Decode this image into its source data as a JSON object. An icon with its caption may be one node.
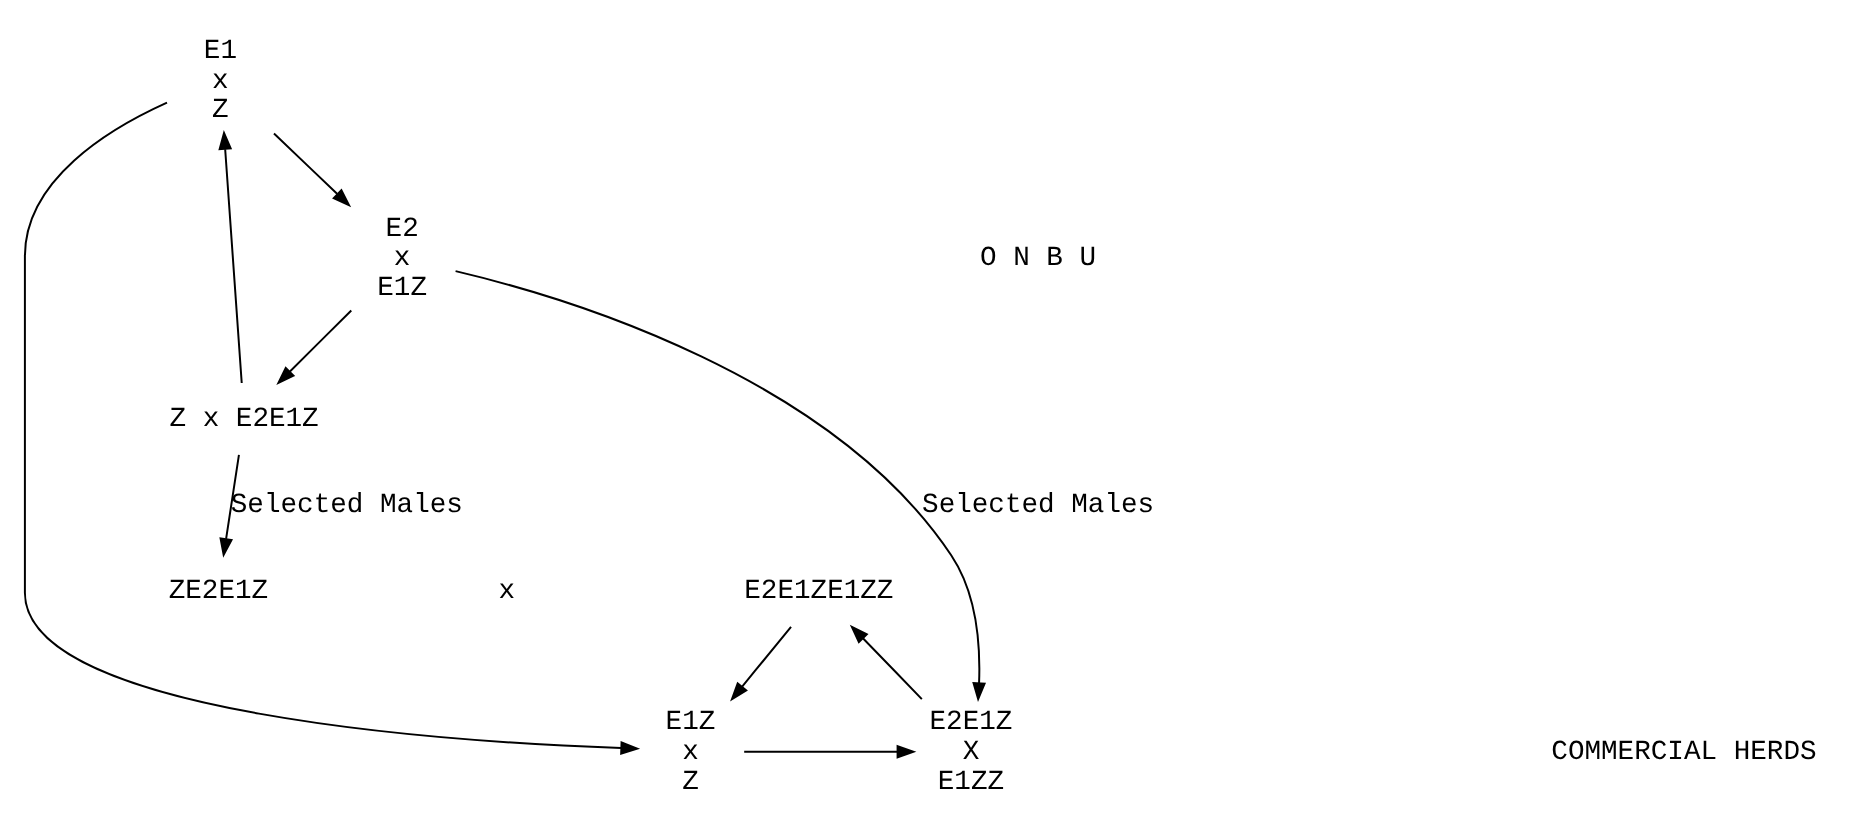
{
  "diagram": {
    "nodes": [
      {
        "text": [
          "E1",
          "x",
          "Z"
        ]
      },
      {
        "text": [
          "E2",
          "x",
          "E1Z"
        ]
      },
      {
        "text": [
          "Z x E2E1Z"
        ]
      },
      {
        "text": [
          "E1Z",
          "x",
          "Z"
        ]
      },
      {
        "text": [
          "E2E1Z",
          "X",
          "E1ZZ"
        ]
      },
      {
        "text": [
          "ZE2E1Z"
        ]
      },
      {
        "text": [
          "E2E1ZE1ZZ"
        ]
      }
    ],
    "edges": [
      {
        "from": 2,
        "to": 0,
        "arrow": "to"
      },
      {
        "from": 0,
        "to": 1,
        "arrow": "to"
      },
      {
        "from": 1,
        "to": 2,
        "arrow": "to"
      },
      {
        "from": 0,
        "to": 3,
        "arrow": "to"
      },
      {
        "from": 1,
        "to": 4,
        "arrow": "to",
        "label": "Selected Males"
      },
      {
        "from": 2,
        "to": 5,
        "arrow": "to",
        "label": "Selected Males"
      },
      {
        "from": 6,
        "to": 3,
        "arrow": "to"
      },
      {
        "from": 3,
        "to": 4,
        "arrow": "to"
      },
      {
        "from": 4,
        "to": 6,
        "arrow": "to"
      }
    ],
    "labels": [
      "O N B U",
      "COMMERCIAL HERDS",
      "x"
    ]
  }
}
